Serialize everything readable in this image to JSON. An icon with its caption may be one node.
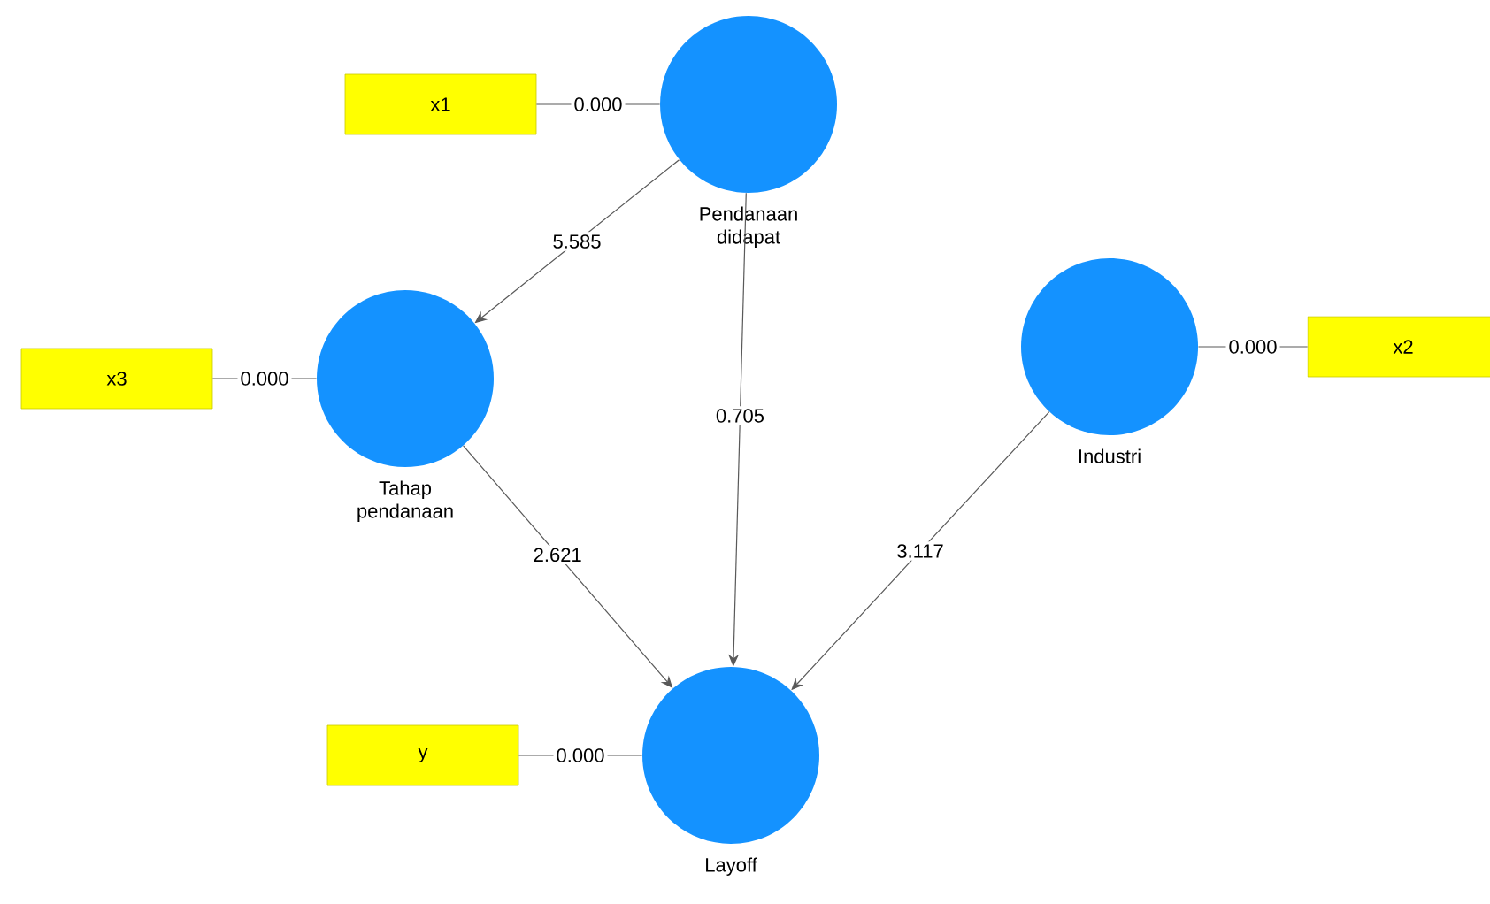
{
  "diagram": {
    "nodes": [
      {
        "text": [
          "x1"
        ]
      },
      {
        "text": [
          "Pendanaan didapat"
        ]
      },
      {
        "text": [
          "x3"
        ]
      },
      {
        "text": [
          "Tahap pendanaan"
        ]
      },
      {
        "text": [
          "Industri"
        ]
      },
      {
        "text": [
          "x2"
        ]
      },
      {
        "text": [
          "y"
        ]
      },
      {
        "text": [
          "Layoff"
        ]
      }
    ],
    "edges": [
      {
        "from": 0,
        "to": 1,
        "arrow": "none",
        "label": "0.000"
      },
      {
        "from": 1,
        "to": 3,
        "arrow": "to",
        "label": "5.585"
      },
      {
        "from": 1,
        "to": 7,
        "arrow": "to",
        "label": "0.705"
      },
      {
        "from": 2,
        "to": 3,
        "arrow": "none",
        "label": "0.000"
      },
      {
        "from": 3,
        "to": 7,
        "arrow": "to",
        "label": "2.621"
      },
      {
        "from": 4,
        "to": 5,
        "arrow": "none",
        "label": "0.000"
      },
      {
        "from": 4,
        "to": 7,
        "arrow": "to",
        "label": "3.117"
      },
      {
        "from": 6,
        "to": 7,
        "arrow": "none",
        "label": "0.000"
      }
    ]
  }
}
